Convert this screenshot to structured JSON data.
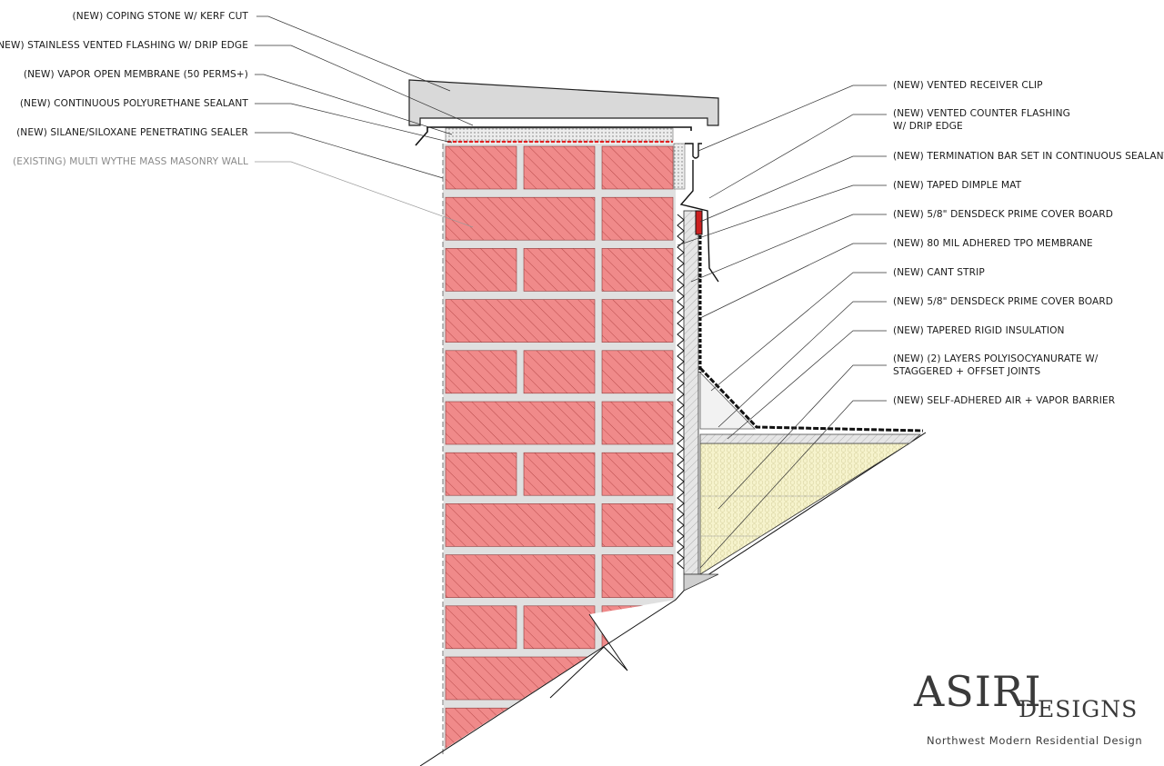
{
  "labels_left": [
    "(NEW) COPING STONE W/ KERF CUT",
    "(NEW) STAINLESS VENTED FLASHING W/ DRIP EDGE",
    "(NEW) VAPOR OPEN MEMBRANE (50 PERMS+)",
    "(NEW) CONTINUOUS POLYURETHANE SEALANT",
    "(NEW) SILANE/SILOXANE PENETRATING SEALER",
    "(EXISTING) MULTI WYTHE MASS MASONRY WALL"
  ],
  "labels_right": [
    "(NEW) VENTED RECEIVER CLIP",
    "(NEW) VENTED COUNTER FLASHING",
    "W/ DRIP EDGE",
    "(NEW) TERMINATION BAR SET IN CONTINUOUS SEALANT",
    "(NEW) TAPED DIMPLE MAT",
    "(NEW) 5/8\" DENSDECK PRIME COVER BOARD",
    "(NEW) 80 MIL ADHERED TPO MEMBRANE",
    "(NEW) CANT STRIP",
    "(NEW) 5/8\" DENSDECK PRIME COVER BOARD",
    "(NEW) TAPERED RIGID INSULATION",
    "(NEW) (2) LAYERS POLYISOCYANURATE W/",
    "STAGGERED + OFFSET JOINTS",
    "(NEW) SELF-ADHERED AIR + VAPOR BARRIER"
  ],
  "brand": {
    "name": "ASIRI",
    "suffix": "DESIGNS",
    "tagline": "Northwest Modern Residential Design"
  },
  "colors": {
    "brick": "#f08a8a",
    "mortar": "#dcdcdc",
    "coping": "#d8d8d8",
    "insulation": "#f5f2c8",
    "membrane": "#111111",
    "sealant": "#e02020"
  }
}
